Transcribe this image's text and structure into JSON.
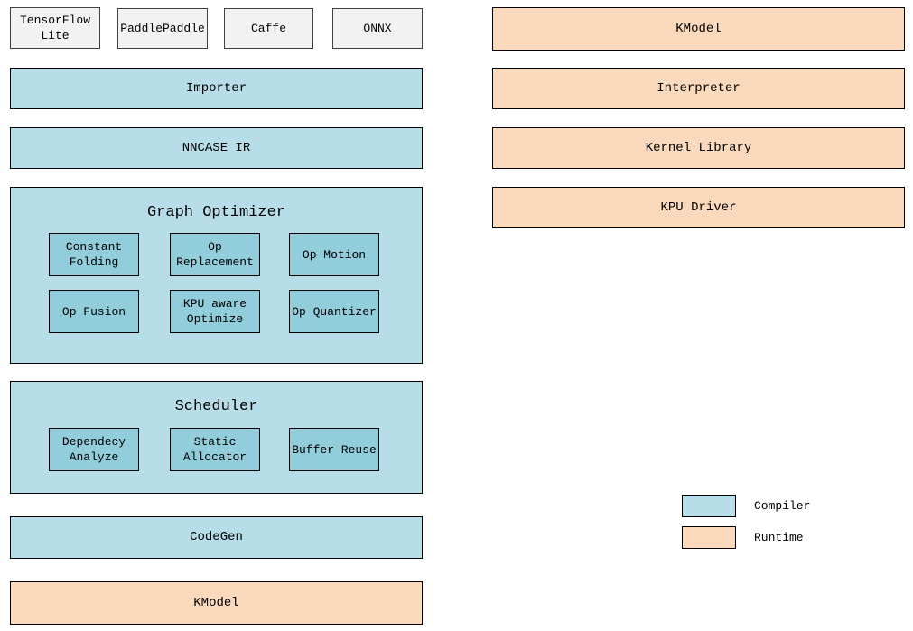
{
  "colors": {
    "compiler_fill": "#B6DDE8",
    "compiler_inner_fill": "#92CDDC",
    "runtime_fill": "#FBD9BC",
    "framework_fill": "#F2F2F2",
    "framework_border": "#404040",
    "border": "#000000",
    "text": "#000000"
  },
  "compiler": {
    "frameworks": [
      "TensorFlow Lite",
      "PaddlePaddle",
      "Caffe",
      "ONNX"
    ],
    "importer_label": "Importer",
    "ir_label": "NNCASE IR",
    "graph_optimizer": {
      "title": "Graph Optimizer",
      "passes": [
        "Constant Folding",
        "Op Replacement",
        "Op Motion",
        "Op Fusion",
        "KPU aware Optimize",
        "Op Quantizer"
      ]
    },
    "scheduler": {
      "title": "Scheduler",
      "passes": [
        "Dependecy Analyze",
        "Static Allocator",
        "Buffer Reuse"
      ]
    },
    "codegen_label": "CodeGen",
    "kmodel_label": "KModel"
  },
  "runtime": {
    "kmodel_label": "KModel",
    "interpreter_label": "Interpreter",
    "kernel_library_label": "Kernel Library",
    "kpu_driver_label": "KPU Driver"
  },
  "legend": {
    "compiler_label": "Compiler",
    "runtime_label": "Runtime"
  }
}
